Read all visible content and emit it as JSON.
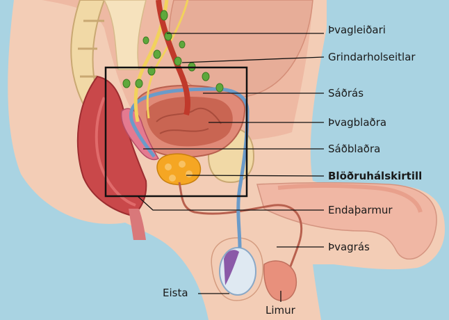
{
  "labels": {
    "ureter": "Þvagleiðari",
    "pelvic_nodes": "Grindarholseitlar",
    "vas_deferens": "Sáðrás",
    "bladder": "Þvagblaðra",
    "seminal_vesicle": "Sáðblaðra",
    "prostate": "Blöðruhálskirtill",
    "rectum": "Endaþarmur",
    "urethra": "Þvagrás",
    "testis": "Eista",
    "penis": "Limur"
  },
  "colors": {
    "background": "#a9d3e2",
    "skin": "#f3cdb6",
    "tissue_pink": "#e9a9a0",
    "bladder": "#e08a78",
    "rectum": "#c9484a",
    "bone": "#f1d9a6",
    "prostate": "#f5a623",
    "vas_deferens": "#6b9bc9",
    "ureter": "#f2d25c",
    "lymph_node": "#5ea83c",
    "highlight_box": "#111111"
  },
  "emphasis": "prostate"
}
